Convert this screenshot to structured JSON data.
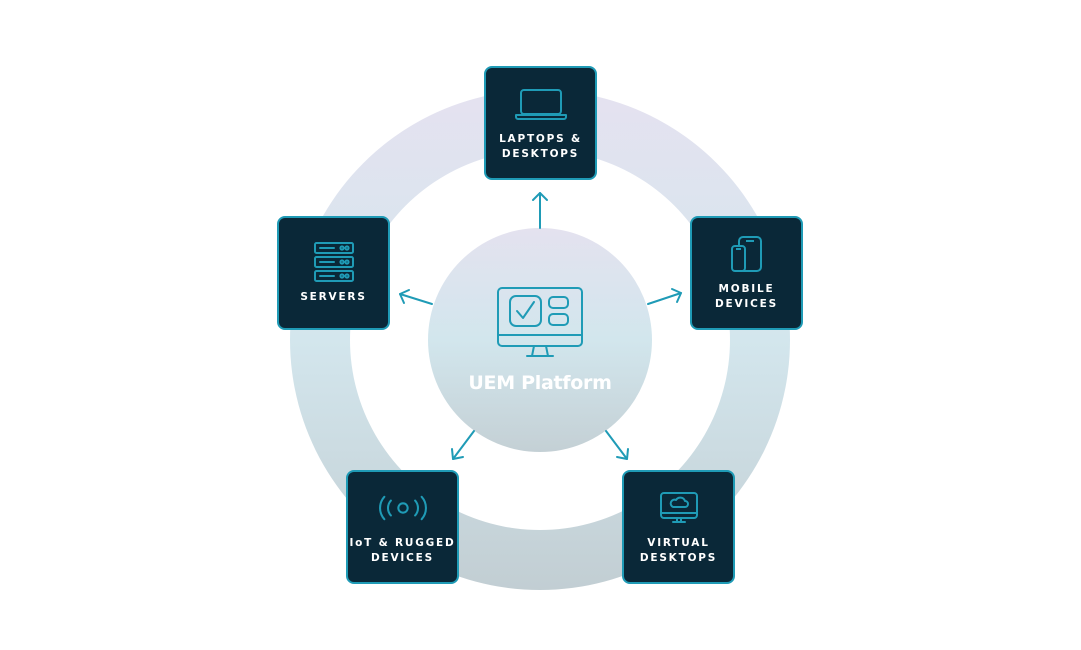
{
  "diagram": {
    "center": {
      "label": "UEM Platform",
      "icon": "monitor-checklist-icon"
    },
    "nodes": [
      {
        "id": "laptops",
        "label": "LAPTOPS &\nDESKTOPS",
        "icon": "laptop-icon"
      },
      {
        "id": "mobile",
        "label": "MOBILE\nDEVICES",
        "icon": "mobile-tablet-icon"
      },
      {
        "id": "virtual",
        "label": "VIRTUAL\nDESKTOPS",
        "icon": "cloud-monitor-icon"
      },
      {
        "id": "iot",
        "label": "IoT & RUGGED\nDEVICES",
        "icon": "signal-broadcast-icon"
      },
      {
        "id": "servers",
        "label": "SERVERS",
        "icon": "server-rack-icon"
      }
    ],
    "edges": [
      {
        "from": "center",
        "to": "laptops"
      },
      {
        "from": "center",
        "to": "mobile"
      },
      {
        "from": "center",
        "to": "virtual"
      },
      {
        "from": "center",
        "to": "iot"
      },
      {
        "from": "center",
        "to": "servers"
      }
    ],
    "colors": {
      "node_fill": "#0a2838",
      "node_border": "#1f9bb6",
      "accent": "#1f9bb6",
      "ring_top": "#e4e2ef",
      "ring_middle": "#d3e6ed",
      "ring_bottom": "#c3cfd4",
      "label_text": "#ffffff"
    }
  }
}
